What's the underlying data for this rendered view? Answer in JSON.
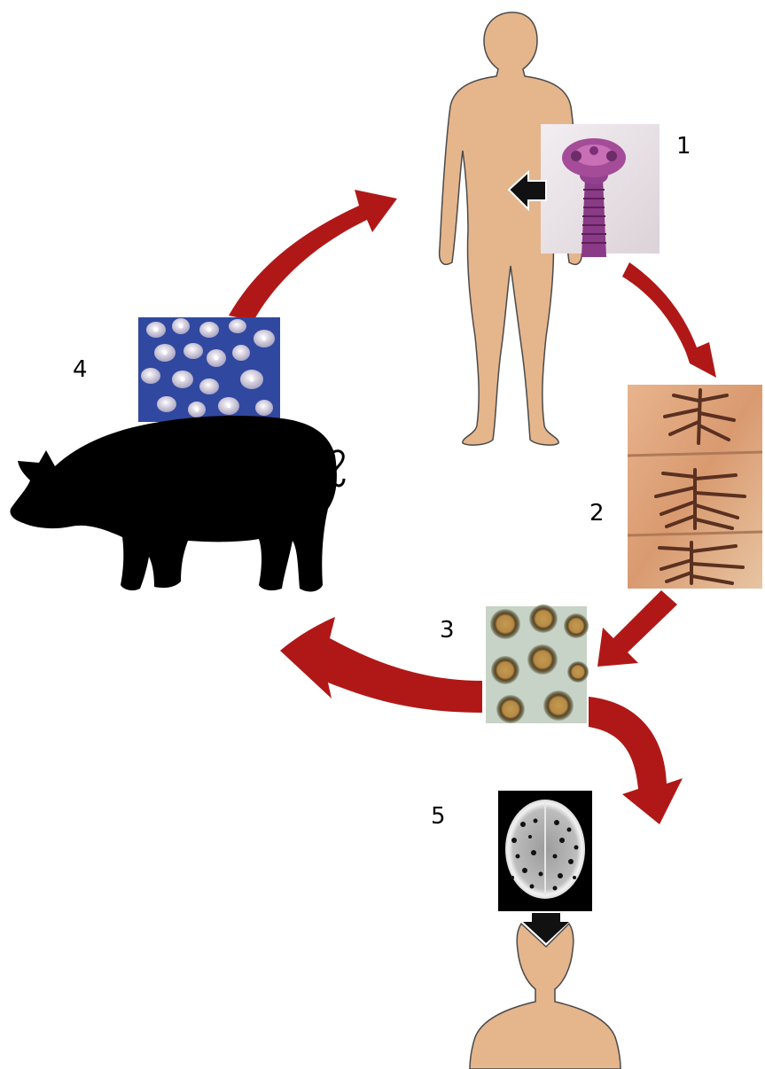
{
  "steps": [
    {
      "number": "1",
      "stage": "scolex"
    },
    {
      "number": "2",
      "stage": "proglottids"
    },
    {
      "number": "3",
      "stage": "eggs"
    },
    {
      "number": "4",
      "stage": "cysticerci"
    },
    {
      "number": "5",
      "stage": "neurocysticercosis"
    }
  ],
  "colors": {
    "skin": "#E5B58C",
    "arrow": "#B01818",
    "pig": "#000000",
    "background": "#FFFFFF"
  }
}
